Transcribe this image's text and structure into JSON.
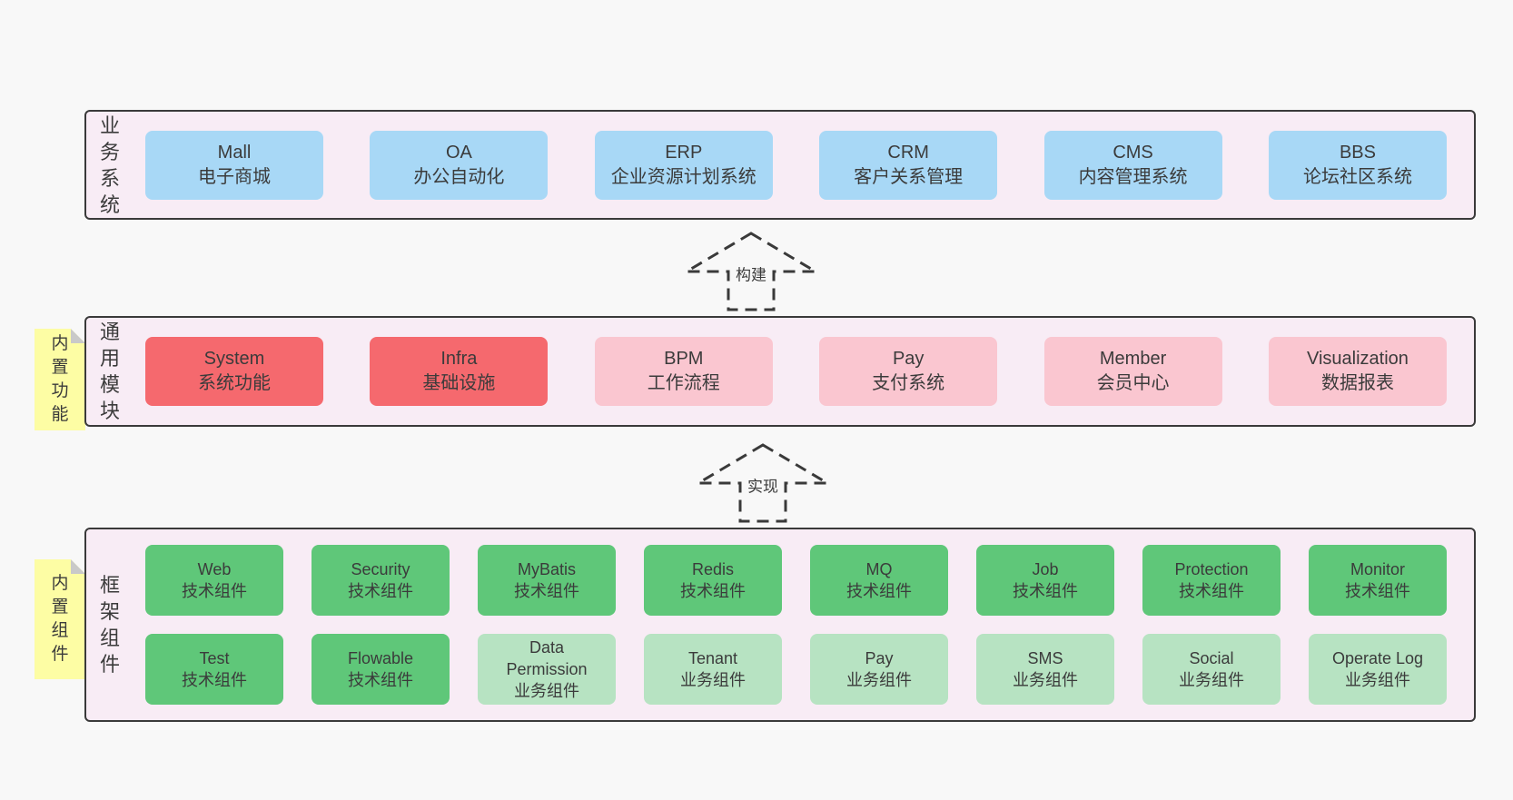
{
  "colors": {
    "page_bg": "#f8f8f8",
    "panel_bg": "#f8ecf5",
    "panel_border": "#3a3a3a",
    "box_blue": "#a8d8f6",
    "box_red": "#f5696e",
    "box_pink": "#fac6d0",
    "box_green": "#5fc779",
    "box_light_green": "#b7e3c2",
    "note_yellow": "#fdfda4",
    "note_fold_gray": "#c9c9c9",
    "text": "#3b3b3b"
  },
  "arrows": {
    "build": "构建",
    "implement": "实现"
  },
  "bands": {
    "business": {
      "label": "业务系统",
      "boxes": [
        {
          "line1": "Mall",
          "line2": "电子商城"
        },
        {
          "line1": "OA",
          "line2": "办公自动化"
        },
        {
          "line1": "ERP",
          "line2": "企业资源计划系统"
        },
        {
          "line1": "CRM",
          "line2": "客户关系管理"
        },
        {
          "line1": "CMS",
          "line2": "内容管理系统"
        },
        {
          "line1": "BBS",
          "line2": "论坛社区系统"
        }
      ]
    },
    "modules": {
      "label": "通用模块",
      "note": "内置功能",
      "boxes": [
        {
          "line1": "System",
          "line2": "系统功能"
        },
        {
          "line1": "Infra",
          "line2": "基础设施"
        },
        {
          "line1": "BPM",
          "line2": "工作流程"
        },
        {
          "line1": "Pay",
          "line2": "支付系统"
        },
        {
          "line1": "Member",
          "line2": "会员中心"
        },
        {
          "line1": "Visualization",
          "line2": "数据报表"
        }
      ]
    },
    "components": {
      "label": "框架组件",
      "note": "内置组件",
      "row1": [
        {
          "line1": "Web",
          "line2": "技术组件"
        },
        {
          "line1": "Security",
          "line2": "技术组件"
        },
        {
          "line1": "MyBatis",
          "line2": "技术组件"
        },
        {
          "line1": "Redis",
          "line2": "技术组件"
        },
        {
          "line1": "MQ",
          "line2": "技术组件"
        },
        {
          "line1": "Job",
          "line2": "技术组件"
        },
        {
          "line1": "Protection",
          "line2": "技术组件"
        },
        {
          "line1": "Monitor",
          "line2": "技术组件"
        }
      ],
      "row2": [
        {
          "line1": "Test",
          "line2": "技术组件"
        },
        {
          "line1": "Flowable",
          "line2": "技术组件"
        },
        {
          "line1": "Data Permission",
          "line2": "业务组件"
        },
        {
          "line1": "Tenant",
          "line2": "业务组件"
        },
        {
          "line1": "Pay",
          "line2": "业务组件"
        },
        {
          "line1": "SMS",
          "line2": "业务组件"
        },
        {
          "line1": "Social",
          "line2": "业务组件"
        },
        {
          "line1": "Operate Log",
          "line2": "业务组件"
        }
      ]
    }
  }
}
